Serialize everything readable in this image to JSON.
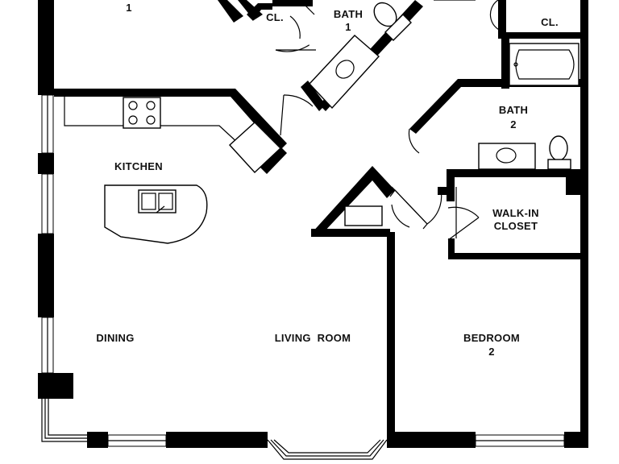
{
  "rooms": {
    "bedroom1_number": "1",
    "bath1": {
      "line1": "BATH",
      "line2": "1"
    },
    "closet_left": "CL.",
    "closet_right": "CL.",
    "bath2": {
      "line1": "BATH",
      "line2": "2"
    },
    "kitchen": "KITCHEN",
    "walkin": {
      "line1": "WALK-IN",
      "line2": "CLOSET"
    },
    "dining": "DINING",
    "living": "LIVING  ROOM",
    "bedroom2": {
      "line1": "BEDROOM",
      "line2": "2"
    }
  }
}
